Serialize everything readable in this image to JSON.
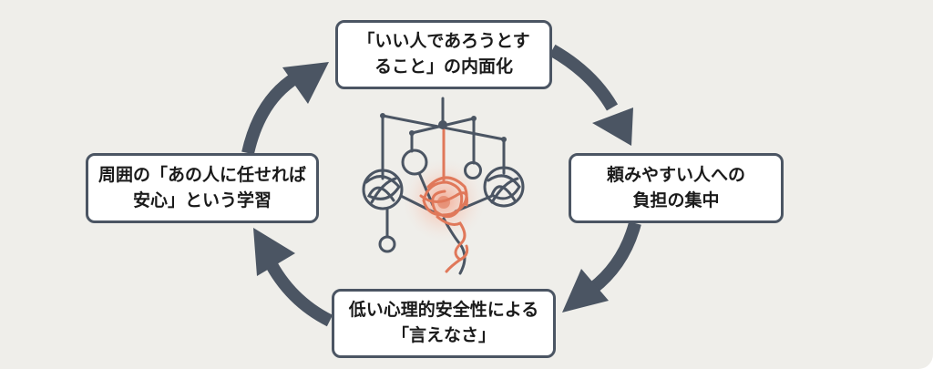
{
  "diagram": {
    "type": "cycle",
    "direction": "clockwise",
    "colors": {
      "background": "#efeeea",
      "box_border": "#4b5563",
      "arrow": "#4b5563",
      "mobile_line": "#4b5563",
      "tangle_accent": "#e0785a"
    },
    "nodes": [
      {
        "id": "top",
        "lines": [
          "「いい人であろうとす",
          "ること」の内面化"
        ]
      },
      {
        "id": "right",
        "lines": [
          "頼みやすい人への",
          "負担の集中"
        ]
      },
      {
        "id": "bottom",
        "lines": [
          "低い心理的安全性による",
          "「言えなさ」"
        ]
      },
      {
        "id": "left",
        "lines": [
          "周囲の「あの人に任せれば",
          "安心」という学習"
        ]
      }
    ],
    "edges": [
      {
        "from": "top",
        "to": "right"
      },
      {
        "from": "right",
        "to": "bottom"
      },
      {
        "from": "bottom",
        "to": "left"
      },
      {
        "from": "left",
        "to": "top"
      }
    ],
    "center_illustration": "tangled-hanging-mobile-icon"
  }
}
